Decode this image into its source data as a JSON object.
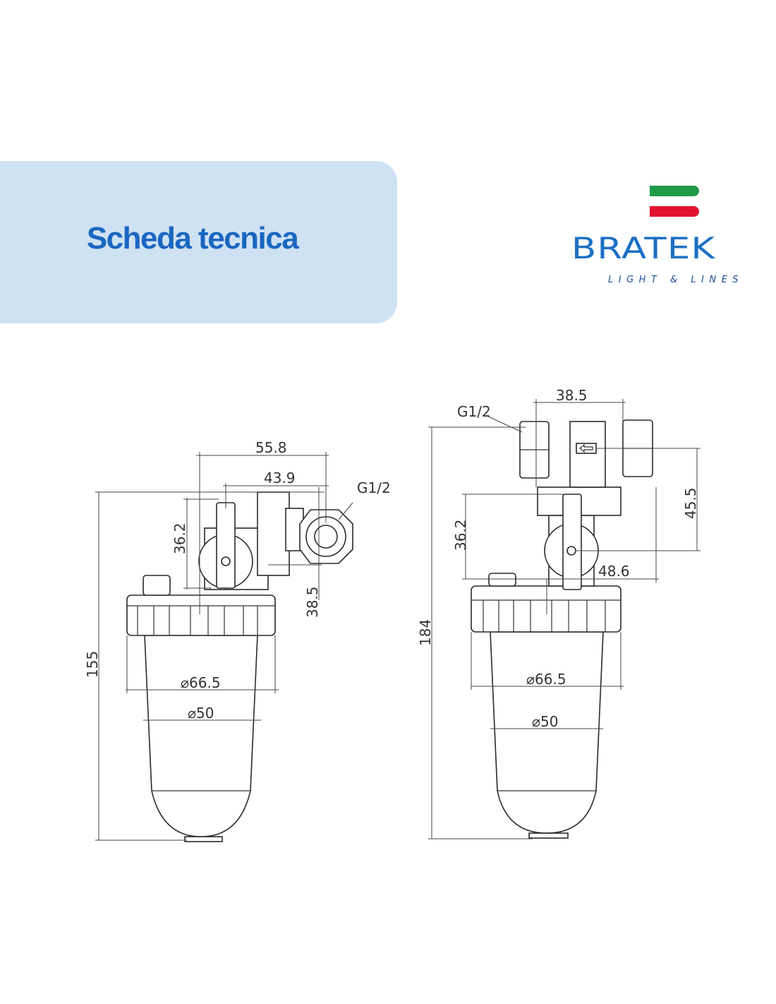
{
  "header": {
    "title": "Scheda tecnica",
    "panel_color": "#cfe2f4",
    "title_color": "#1a67c1"
  },
  "logo": {
    "brand": "BRATEK",
    "tagline": "LIGHT & LINES",
    "colors": {
      "green": "#1f9a48",
      "red": "#e3132f",
      "blue": "#1c6fc4"
    }
  },
  "drawing_left": {
    "height": "155",
    "width_total": "55.8",
    "width_offset": "43.9",
    "thread": "G1/2",
    "valve_height": "36.2",
    "connector_height": "38.5",
    "cap_diameter": "⌀66.5",
    "body_diameter": "⌀50"
  },
  "drawing_right": {
    "height": "184",
    "connector_spacing": "38.5",
    "thread": "G1/2",
    "inlet_height": "45.5",
    "valve_height": "36.2",
    "offset": "48.6",
    "cap_diameter": "⌀66.5",
    "body_diameter": "⌀50"
  }
}
